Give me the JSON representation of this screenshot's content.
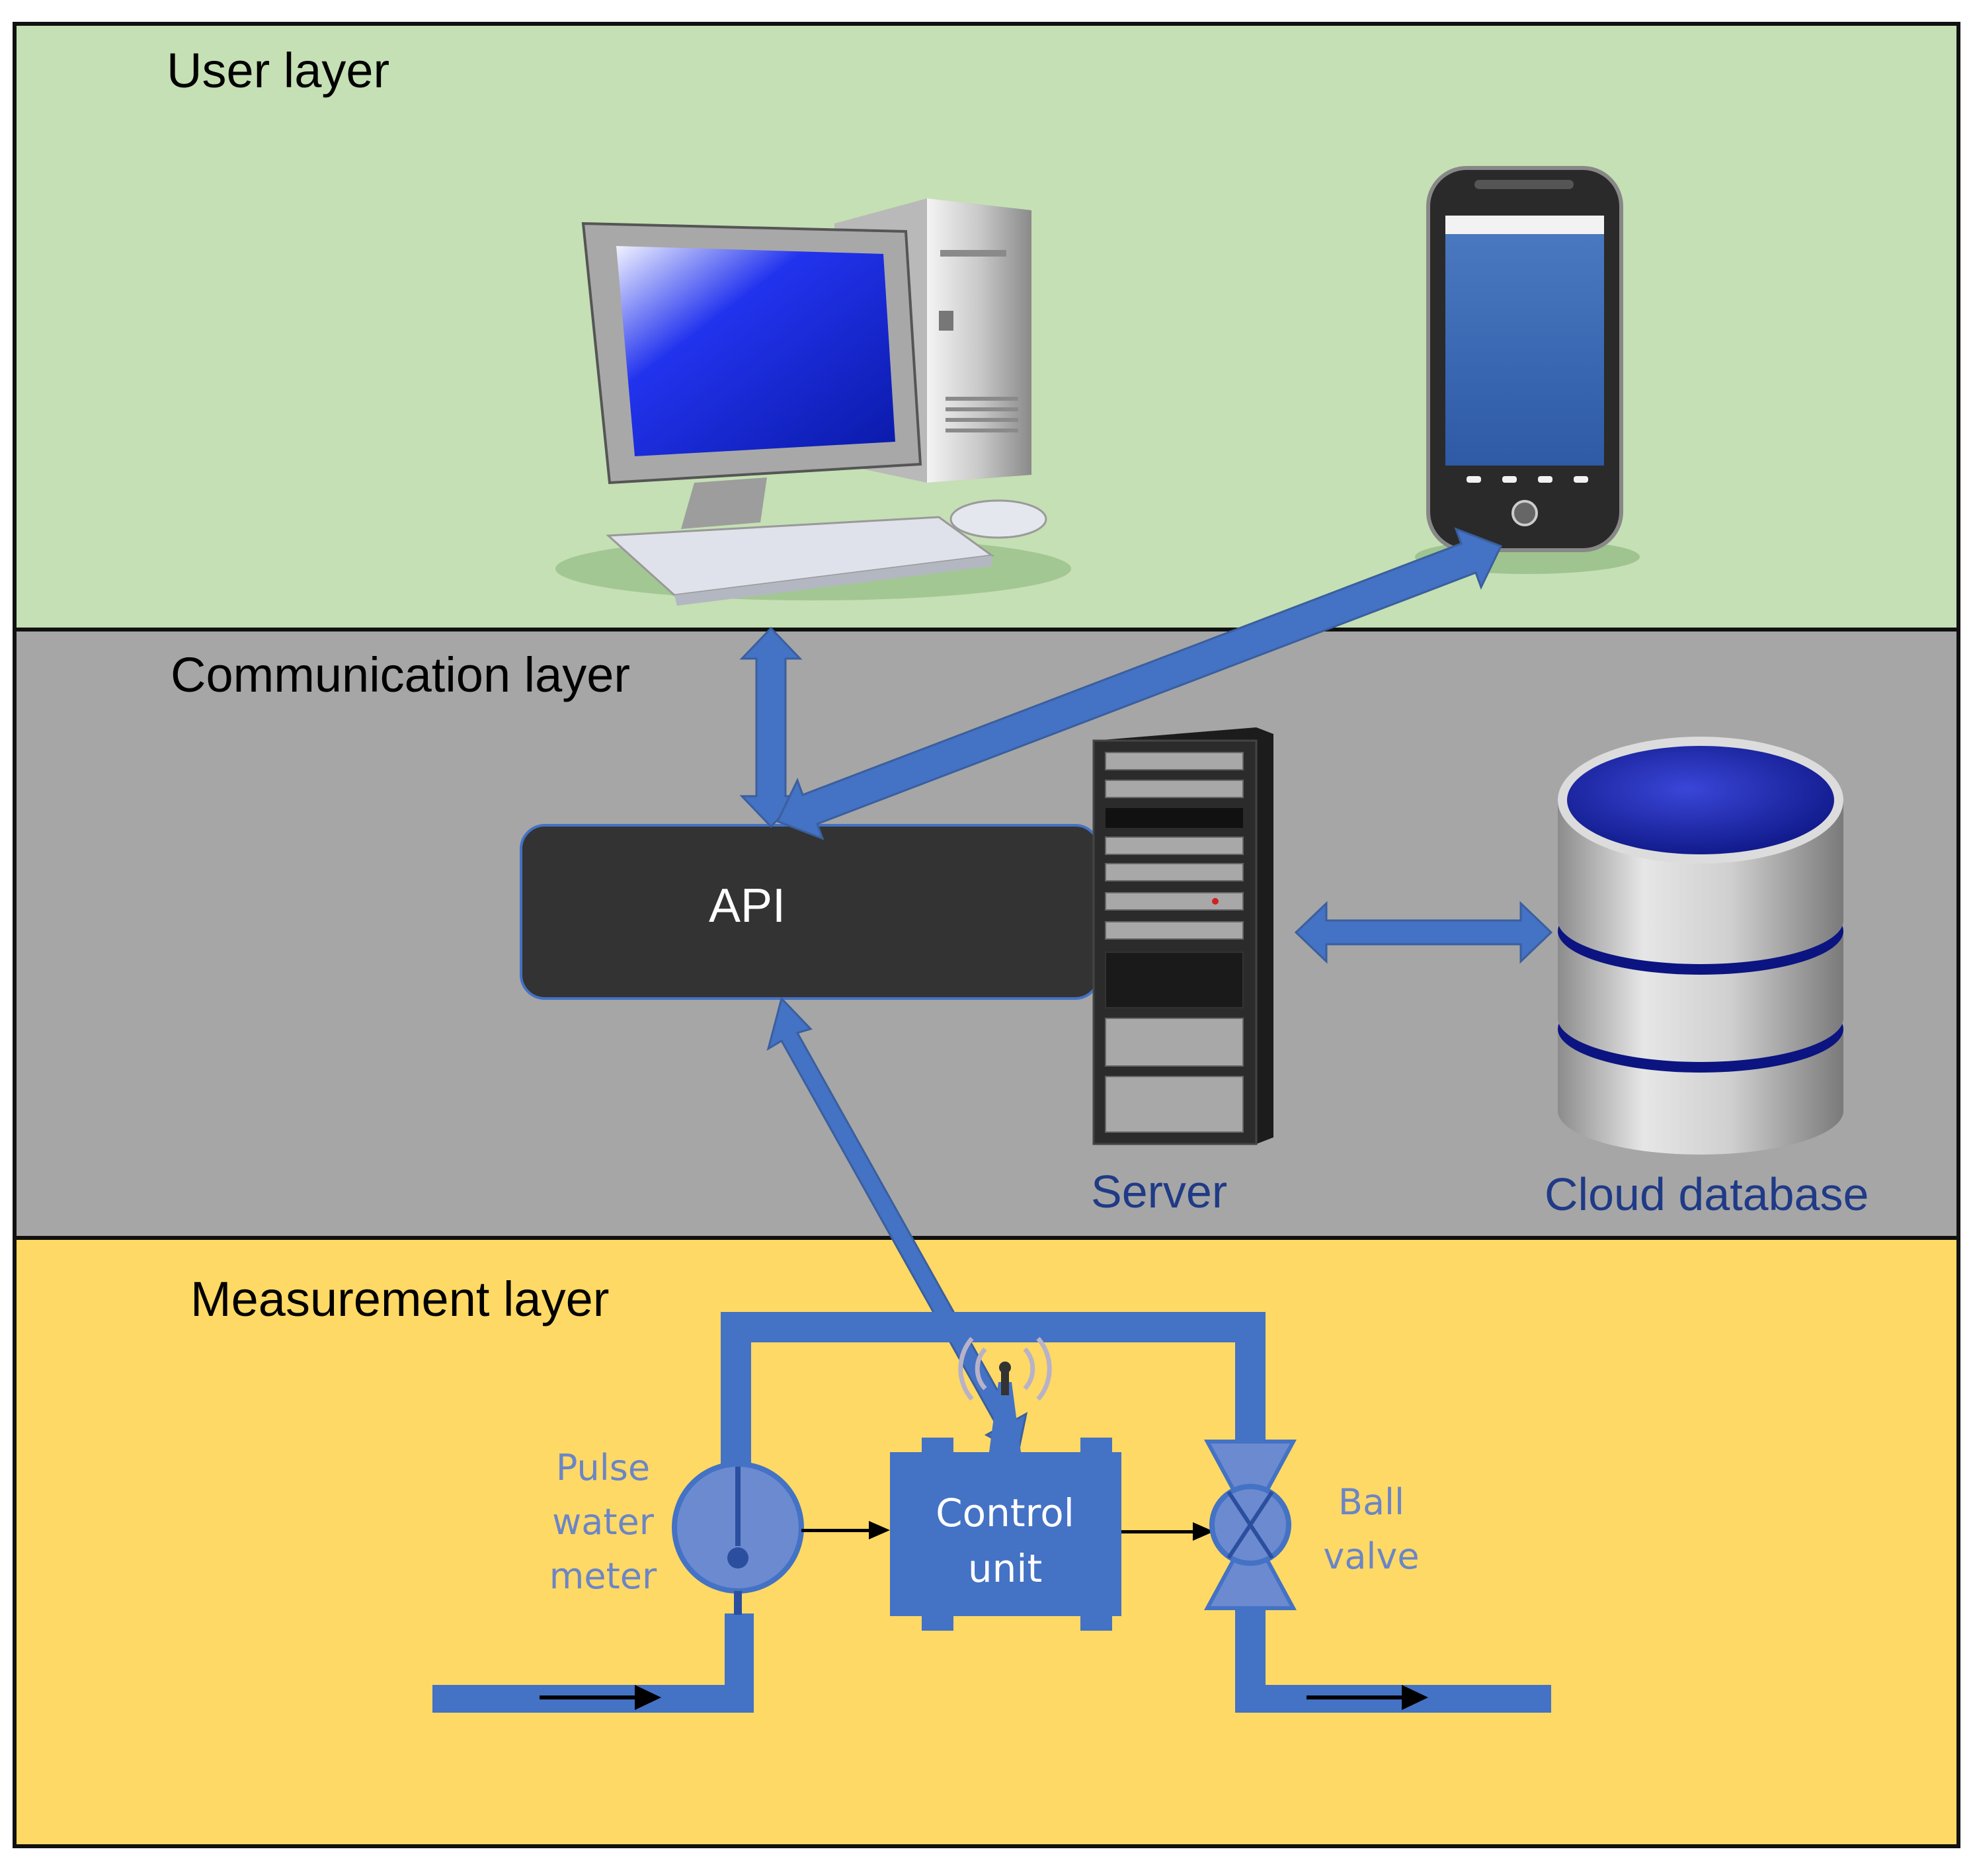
{
  "layers": {
    "user": {
      "title": "User layer",
      "bg": "#c5e0b4"
    },
    "communication": {
      "title": "Communication layer",
      "bg": "#a6a6a6"
    },
    "measurement": {
      "title": "Measurement layer",
      "bg": "#ffd965"
    }
  },
  "nodes": {
    "api": "API",
    "server": "Server",
    "cloud_database": "Cloud database",
    "control_unit": [
      "Control",
      "unit"
    ],
    "pulse_water_meter": [
      "Pulse",
      "water",
      "meter"
    ],
    "ball_valve": [
      "Ball",
      "valve"
    ]
  },
  "icons": {
    "desktop": "desktop-computer-icon",
    "phone": "smartphone-icon",
    "server": "server-rack-icon",
    "database": "database-icon",
    "antenna": "antenna-icon"
  },
  "colors": {
    "arrow": "#4472c4",
    "pipe": "#4472c4",
    "api_box": "#333333",
    "label_dark_blue": "#1f3a86",
    "label_light_blue": "#6b86c6"
  }
}
